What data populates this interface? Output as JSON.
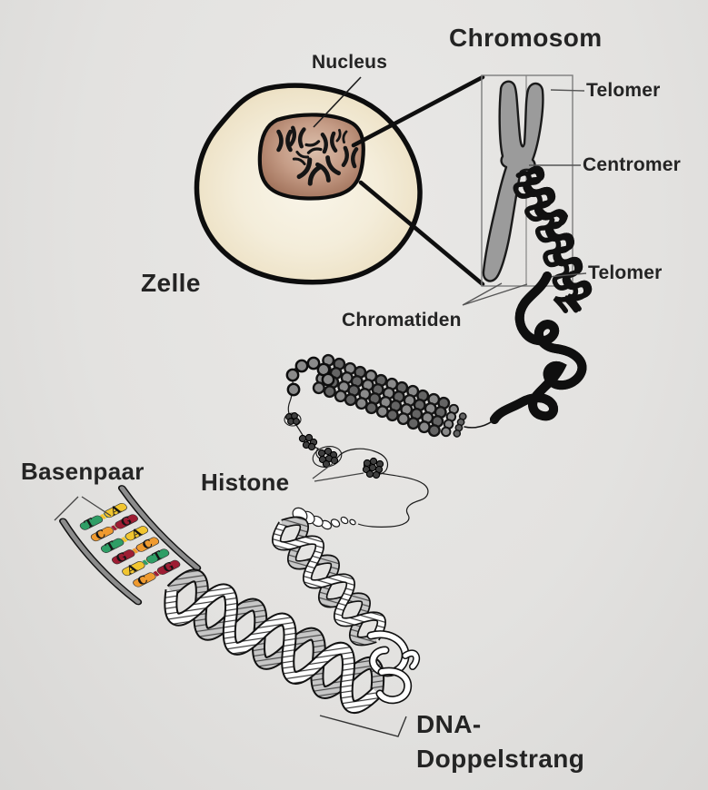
{
  "labels": {
    "title": "Chromosom",
    "nucleus": "Nucleus",
    "telomer_top": "Telomer",
    "centromer": "Centromer",
    "telomer_bottom": "Telomer",
    "zelle": "Zelle",
    "chromatiden": "Chromatiden",
    "basenpaar": "Basenpaar",
    "histone": "Histone",
    "dna_line1": "DNA-",
    "dna_line2": "Doppelstrang"
  },
  "base_colors": {
    "A": "#f1c52f",
    "T": "#2f9e66",
    "C": "#ef9a2f",
    "G": "#9e1d33"
  },
  "ladder": {
    "pairs": [
      {
        "left": "T",
        "right": "A"
      },
      {
        "left": "C",
        "right": "G"
      },
      {
        "left": "T",
        "right": "A"
      },
      {
        "left": "G",
        "right": "C"
      },
      {
        "left": "A",
        "right": "T"
      },
      {
        "left": "C",
        "right": "G"
      }
    ]
  },
  "colors": {
    "background": "#e3e2e0",
    "cell_fill": "#f2e9d4",
    "nucleus_fill": "#b98b72",
    "chromosome_gray": "#9b9b9b",
    "outline": "#141414"
  }
}
